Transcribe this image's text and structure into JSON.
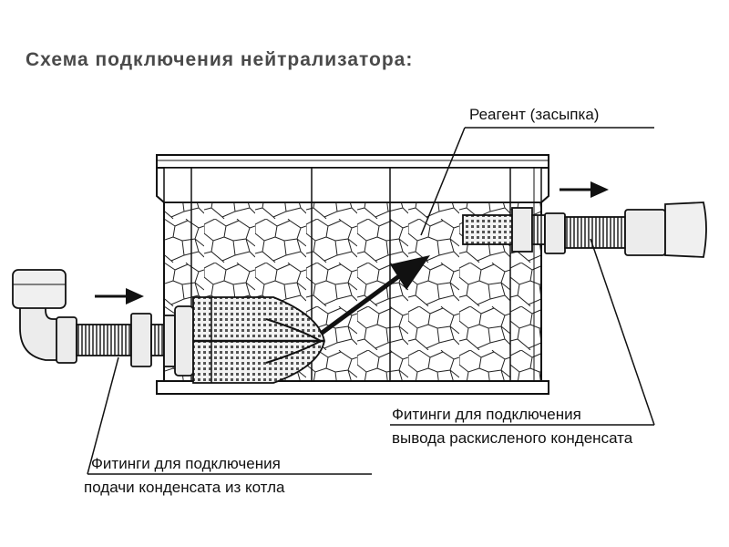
{
  "title": "Схема подключения нейтрализатора:",
  "labels": {
    "reagent": "Реагент (засыпка)",
    "outlet_line1": "Фитинги для подключения",
    "outlet_line2": "вывода раскисленого конденсата",
    "inlet_line1": "Фитинги для подключения",
    "inlet_line2": "подачи конденсата из котла"
  },
  "colors": {
    "stroke": "#111111",
    "title": "#4a4a4a",
    "fitting_fill": "#e8e8e8"
  },
  "icons": {
    "inlet_flow": "arrow-right-icon",
    "outlet_flow": "arrow-right-icon",
    "dispersion": "arrow-up-right-icon"
  }
}
